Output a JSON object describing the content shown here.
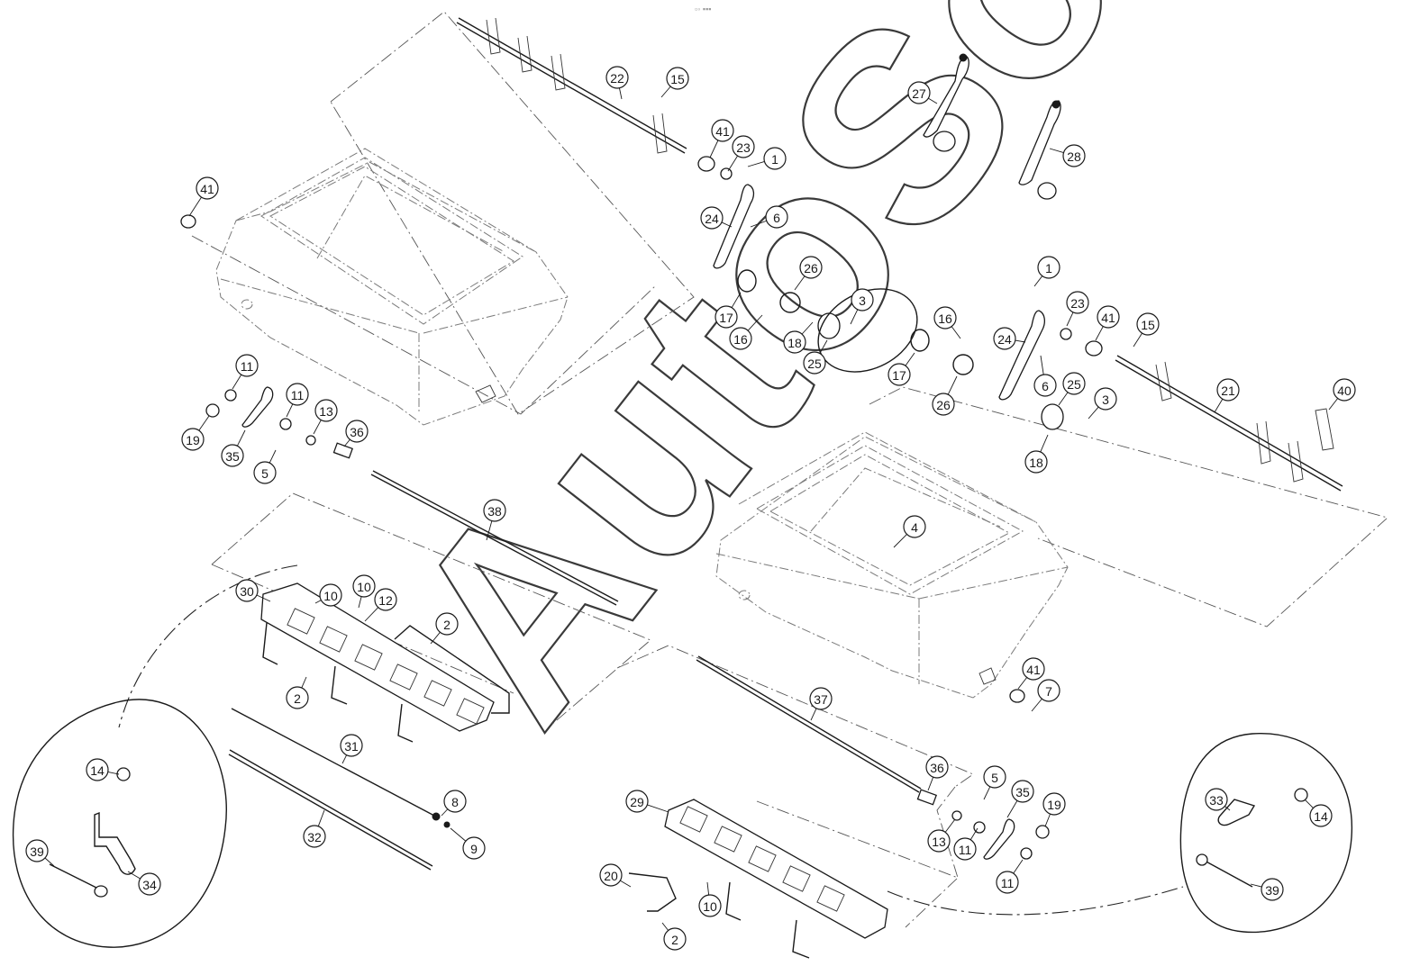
{
  "watermark": {
    "text": "AutoSoft"
  },
  "header_mark": "▫◦ ▪▪▪",
  "callouts": [
    {
      "id": "c22",
      "label": "22"
    },
    {
      "id": "c15a",
      "label": "15"
    },
    {
      "id": "c41a",
      "label": "41"
    },
    {
      "id": "c23a",
      "label": "23"
    },
    {
      "id": "c1a",
      "label": "1"
    },
    {
      "id": "c6a",
      "label": "6"
    },
    {
      "id": "c24a",
      "label": "24"
    },
    {
      "id": "c41b",
      "label": "41"
    },
    {
      "id": "c27",
      "label": "27"
    },
    {
      "id": "c28",
      "label": "28"
    },
    {
      "id": "c26a",
      "label": "26"
    },
    {
      "id": "c17a",
      "label": "17"
    },
    {
      "id": "c16a",
      "label": "16"
    },
    {
      "id": "c18a",
      "label": "18"
    },
    {
      "id": "c25a",
      "label": "25"
    },
    {
      "id": "c3a",
      "label": "3"
    },
    {
      "id": "c16b",
      "label": "16"
    },
    {
      "id": "c17b",
      "label": "17"
    },
    {
      "id": "c26b",
      "label": "26"
    },
    {
      "id": "c1b",
      "label": "1"
    },
    {
      "id": "c23b",
      "label": "23"
    },
    {
      "id": "c41c",
      "label": "41"
    },
    {
      "id": "c15b",
      "label": "15"
    },
    {
      "id": "c24b",
      "label": "24"
    },
    {
      "id": "c6b",
      "label": "6"
    },
    {
      "id": "c25b",
      "label": "25"
    },
    {
      "id": "c3b",
      "label": "3"
    },
    {
      "id": "c18b",
      "label": "18"
    },
    {
      "id": "c21",
      "label": "21"
    },
    {
      "id": "c40",
      "label": "40"
    },
    {
      "id": "c11a",
      "label": "11"
    },
    {
      "id": "c11b",
      "label": "11"
    },
    {
      "id": "c19a",
      "label": "19"
    },
    {
      "id": "c35a",
      "label": "35"
    },
    {
      "id": "c5a",
      "label": "5"
    },
    {
      "id": "c13a",
      "label": "13"
    },
    {
      "id": "c36a",
      "label": "36"
    },
    {
      "id": "c38",
      "label": "38"
    },
    {
      "id": "c4",
      "label": "4"
    },
    {
      "id": "c30",
      "label": "30"
    },
    {
      "id": "c10a",
      "label": "10"
    },
    {
      "id": "c10b",
      "label": "10"
    },
    {
      "id": "c12",
      "label": "12"
    },
    {
      "id": "c2a",
      "label": "2"
    },
    {
      "id": "c2b",
      "label": "2"
    },
    {
      "id": "c41d",
      "label": "41"
    },
    {
      "id": "c7",
      "label": "7"
    },
    {
      "id": "c37",
      "label": "37"
    },
    {
      "id": "c31",
      "label": "31"
    },
    {
      "id": "c32",
      "label": "32"
    },
    {
      "id": "c8",
      "label": "8"
    },
    {
      "id": "c9",
      "label": "9"
    },
    {
      "id": "c14a",
      "label": "14"
    },
    {
      "id": "c39a",
      "label": "39"
    },
    {
      "id": "c34",
      "label": "34"
    },
    {
      "id": "c36b",
      "label": "36"
    },
    {
      "id": "c5b",
      "label": "5"
    },
    {
      "id": "c35b",
      "label": "35"
    },
    {
      "id": "c19b",
      "label": "19"
    },
    {
      "id": "c13b",
      "label": "13"
    },
    {
      "id": "c11c",
      "label": "11"
    },
    {
      "id": "c11d",
      "label": "11"
    },
    {
      "id": "c29",
      "label": "29"
    },
    {
      "id": "c20",
      "label": "20"
    },
    {
      "id": "c10c",
      "label": "10"
    },
    {
      "id": "c2c",
      "label": "2"
    },
    {
      "id": "c33",
      "label": "33"
    },
    {
      "id": "c14b",
      "label": "14"
    },
    {
      "id": "c39b",
      "label": "39"
    }
  ]
}
